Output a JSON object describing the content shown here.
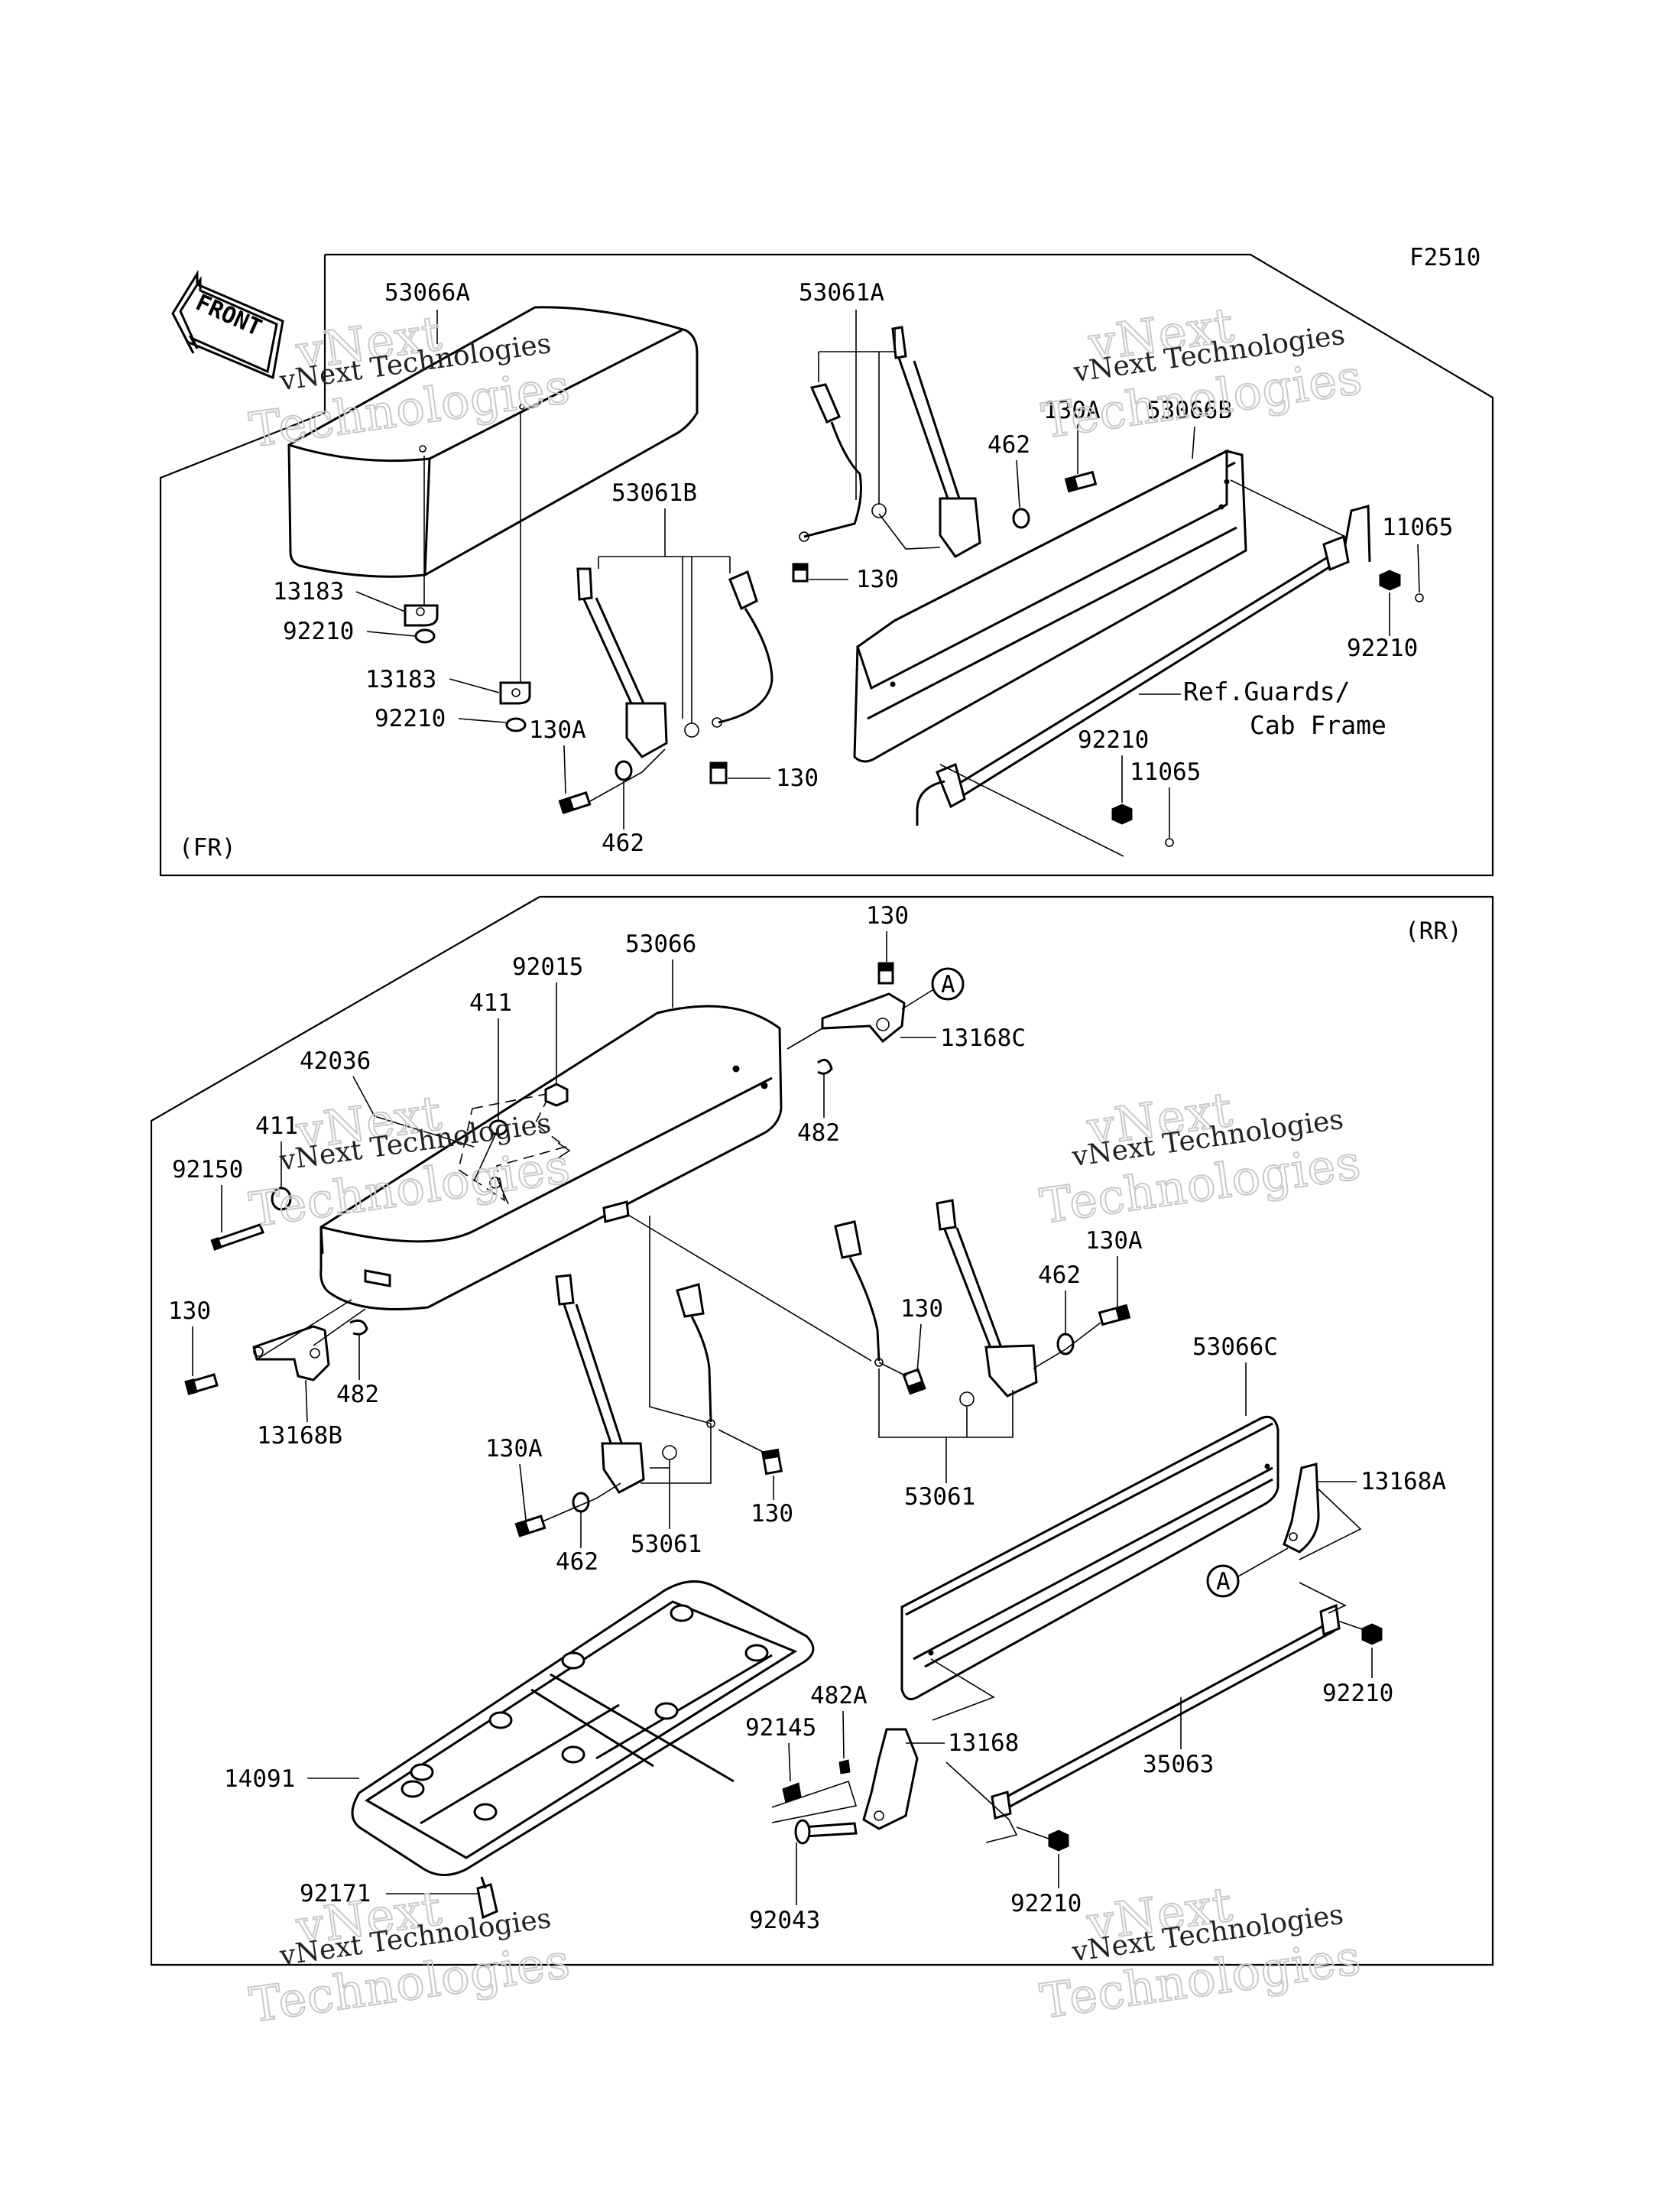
{
  "figure_code": "F2510",
  "front_badge": "FRONT",
  "sections": {
    "front": {
      "tag": "(FR)"
    },
    "rear": {
      "tag": "(RR)"
    }
  },
  "reference_mark": "A",
  "reference_note": [
    "Ref.Guards/",
    "Cab Frame"
  ],
  "watermark": {
    "line1": "vNext Technologies",
    "line2": "Technologies",
    "line3": "vNext"
  },
  "parts": {
    "fr_53066A": "53066A",
    "fr_53061A": "53061A",
    "fr_53061B": "53061B",
    "fr_130A_top": "130A",
    "fr_53066B": "53066B",
    "fr_462_top": "462",
    "fr_11065_right": "11065",
    "fr_13183_a": "13183",
    "fr_92210_a": "92210",
    "fr_13183_b": "13183",
    "fr_92210_b": "92210",
    "fr_130_top": "130",
    "fr_92210_right": "92210",
    "fr_130A_bottom": "130A",
    "fr_130_mid": "130",
    "fr_92210_mid": "92210",
    "fr_11065_bottom": "11065",
    "fr_462_bottom": "462",
    "rr_130_top": "130",
    "rr_53066": "53066",
    "rr_92015": "92015",
    "rr_411_a": "411",
    "rr_13168C": "13168C",
    "rr_42036": "42036",
    "rr_411_b": "411",
    "rr_482_top": "482",
    "rr_92150": "92150",
    "rr_130A": "130A",
    "rr_462_right": "462",
    "rr_130_left": "130",
    "rr_130_mid": "130",
    "rr_482_left": "482",
    "rr_13168B": "13168B",
    "rr_53066C": "53066C",
    "rr_130A_left": "130A",
    "rr_53061_right": "53061",
    "rr_13168A": "13168A",
    "rr_130_right": "130",
    "rr_462_bottom": "462",
    "rr_53061_left": "53061",
    "rr_482A": "482A",
    "rr_92145": "92145",
    "rr_13168": "13168",
    "rr_92210_right": "92210",
    "rr_14091": "14091",
    "rr_35063": "35063",
    "rr_92171": "92171",
    "rr_92043": "92043",
    "rr_92210_bottom": "92210"
  }
}
